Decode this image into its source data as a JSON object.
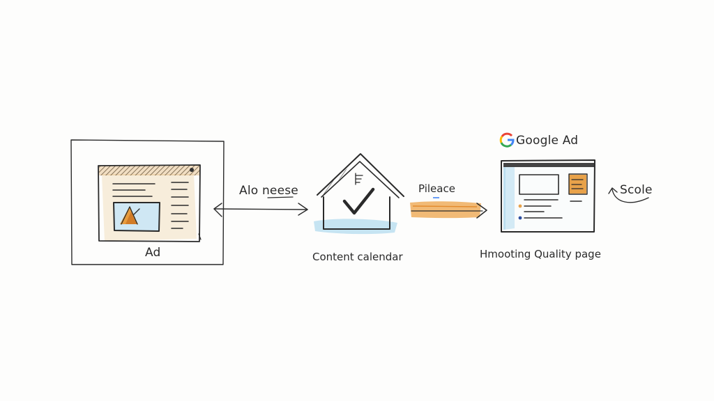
{
  "labels": {
    "ad": "Ad",
    "arrow1": "Alo neese",
    "calendar": "Content calendar",
    "arrow2": "Pileace",
    "google": "Google Ad",
    "landing": "Hmooting Quality page",
    "scale": "Scole"
  },
  "colors": {
    "ink": "#2a2a2a",
    "blue_wash": "#bcdff0",
    "orange": "#e8a24a",
    "tan": "#f1dcbb",
    "google_blue": "#4285f4",
    "google_red": "#ea4335",
    "google_yellow": "#fbbc05",
    "google_green": "#34a853"
  },
  "icons": [
    "browser-window-icon",
    "house-check-icon",
    "google-logo-icon",
    "landing-page-icon",
    "curved-arrow-icon"
  ]
}
